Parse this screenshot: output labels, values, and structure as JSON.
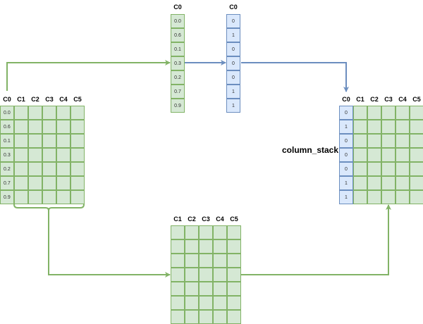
{
  "colors": {
    "green_fill": "#d5e8d4",
    "green_stroke": "#82b366",
    "blue_fill": "#dae8fc",
    "blue_stroke": "#6c8ebf"
  },
  "top_green_column": {
    "header": "C0",
    "values": [
      "0.0",
      "0.6",
      "0.1",
      "0.3",
      "0.2",
      "0.7",
      "0.9"
    ]
  },
  "top_blue_column": {
    "header": "C0",
    "values": [
      "0",
      "1",
      "0",
      "0",
      "0",
      "1",
      "1"
    ]
  },
  "left_matrix": {
    "headers": [
      "C0",
      "C1",
      "C2",
      "C3",
      "C4",
      "C5"
    ],
    "c0_values": [
      "0.0",
      "0.6",
      "0.1",
      "0.3",
      "0.2",
      "0.7",
      "0.9"
    ],
    "rows": 7
  },
  "bottom_matrix": {
    "headers": [
      "C1",
      "C2",
      "C3",
      "C4",
      "C5"
    ],
    "rows": 7
  },
  "right_matrix": {
    "headers": [
      "C0",
      "C1",
      "C2",
      "C3",
      "C4",
      "C5"
    ],
    "c0_values": [
      "0",
      "1",
      "0",
      "0",
      "0",
      "1",
      "1"
    ],
    "rows": 7
  },
  "operation_label": "column_stack"
}
